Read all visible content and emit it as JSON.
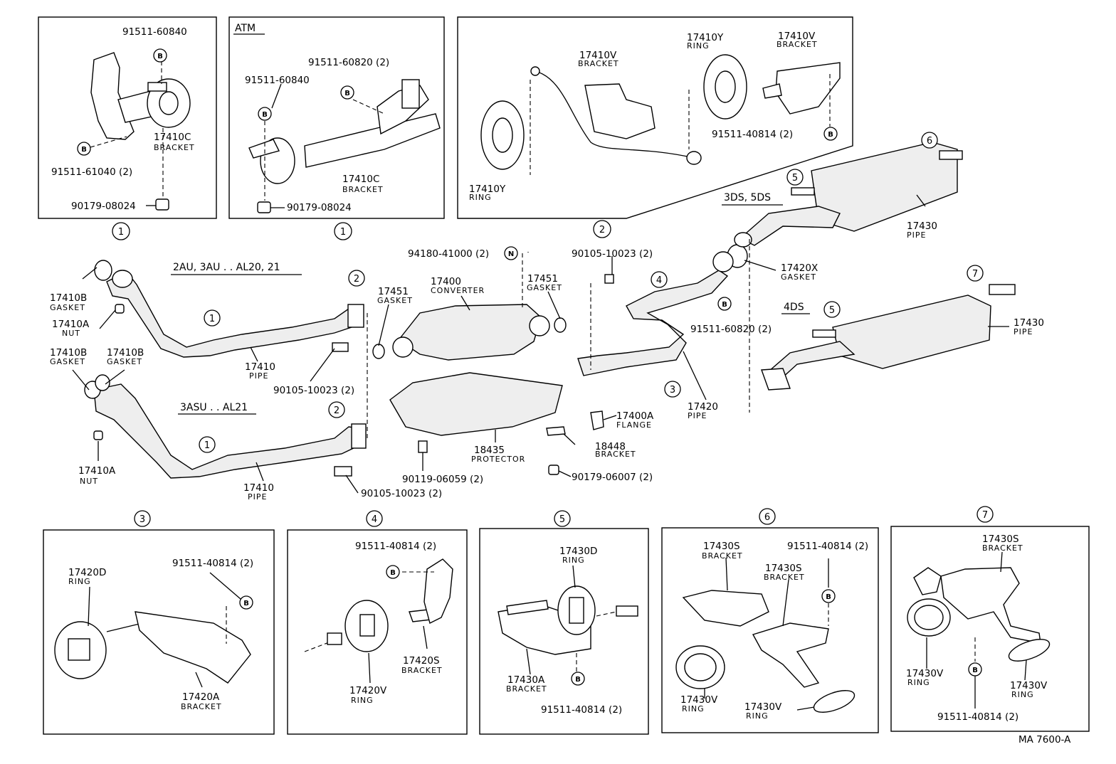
{
  "diagram": {
    "ref": "MA 7600-A",
    "boxes": {
      "b1a": {
        "circle": "1",
        "labels": {
          "bolt_top": "91511-60840",
          "bracket_pn": "17410C",
          "bracket_nm": "BRACKET",
          "bolt_bottom": "91511-61040 (2)",
          "nut": "90179-08024"
        }
      },
      "b1b": {
        "circle": "1",
        "title": "ATM",
        "labels": {
          "bolt_a": "91511-60820 (2)",
          "bolt_b": "91511-60840",
          "bracket_pn": "17410C",
          "bracket_nm": "BRACKET",
          "nut": "90179-08024"
        }
      },
      "b2": {
        "circle": "2",
        "labels": {
          "ring_top_pn": "17410Y",
          "ring_top_nm": "RING",
          "bracket_mid_pn": "17410V",
          "bracket_mid_nm": "BRACKET",
          "bracket_right_pn": "17410V",
          "bracket_right_nm": "BRACKET",
          "ring_left_pn": "17410Y",
          "ring_left_nm": "RING",
          "bolt": "91511-40814 (2)"
        }
      },
      "b3": {
        "circle": "3",
        "labels": {
          "ring_pn": "17420D",
          "ring_nm": "RING",
          "bolt": "91511-40814 (2)",
          "bracket_pn": "17420A",
          "bracket_nm": "BRACKET"
        }
      },
      "b4": {
        "circle": "4",
        "labels": {
          "bolt": "91511-40814 (2)",
          "bracket_pn": "17420S",
          "bracket_nm": "BRACKET",
          "ring_pn": "17420V",
          "ring_nm": "RING"
        }
      },
      "b5": {
        "circle": "5",
        "labels": {
          "ring_pn": "17430D",
          "ring_nm": "RING",
          "bracket_pn": "17430A",
          "bracket_nm": "BRACKET",
          "bolt": "91511-40814 (2)"
        }
      },
      "b6": {
        "circle": "6",
        "labels": {
          "bracket1_pn": "17430S",
          "bracket1_nm": "BRACKET",
          "bolt": "91511-40814 (2)",
          "bracket2_pn": "17430S",
          "bracket2_nm": "BRACKET",
          "ring1_pn": "17430V",
          "ring1_nm": "RING",
          "ring2_pn": "17430V",
          "ring2_nm": "RING"
        }
      },
      "b7": {
        "circle": "7",
        "labels": {
          "bracket_pn": "17430S",
          "bracket_nm": "BRACKET",
          "ring1_pn": "17430V",
          "ring1_nm": "RING",
          "ring2_pn": "17430V",
          "ring2_nm": "RING",
          "bolt": "91511-40814 (2)"
        }
      }
    },
    "main": {
      "variant_upper": "2AU, 3AU . . AL20, 21",
      "variant_lower": "3ASU . . AL21",
      "variant_3ds": "3DS, 5DS",
      "variant_4ds": "4DS",
      "gasket_a_pn": "17410B",
      "gasket_a_nm": "GASKET",
      "nut_a_pn": "17410A",
      "nut_a_nm": "NUT",
      "gasket_b_pn": "17410B",
      "gasket_b_nm": "GASKET",
      "gasket_c_pn": "17410B",
      "gasket_c_nm": "GASKET",
      "nut_b_pn": "17410A",
      "nut_b_nm": "NUT",
      "pipe_upper_pn": "17410",
      "pipe_upper_nm": "PIPE",
      "pipe_lower_pn": "17410",
      "pipe_lower_nm": "PIPE",
      "bolt_upper": "90105-10023 (2)",
      "bolt_lower": "90105-10023 (2)",
      "gasket_l_pn": "17451",
      "gasket_l_nm": "GASKET",
      "conv_pn": "17400",
      "conv_nm": "CONVERTER",
      "gasket_r_pn": "17451",
      "gasket_r_nm": "GASKET",
      "nut_n": "94180-41000 (2)",
      "prot_pn": "18435",
      "prot_nm": "PROTECTOR",
      "bolt_prot": "90119-06059 (2)",
      "flange_pn": "17400A",
      "flange_nm": "FLANGE",
      "bracket_18448_pn": "18448",
      "bracket_18448_nm": "BRACKET",
      "nut_06007": "90179-06007 (2)",
      "bolt_mid": "90105-10023 (2)",
      "pipe_mid_pn": "17420",
      "pipe_mid_nm": "PIPE",
      "gasket_x_pn": "17420X",
      "gasket_x_nm": "GASKET",
      "bolt_60820": "91511-60820 (2)",
      "muffler_top_pn": "17430",
      "muffler_top_nm": "PIPE",
      "muffler_bot_pn": "17430",
      "muffler_bot_nm": "PIPE"
    }
  }
}
